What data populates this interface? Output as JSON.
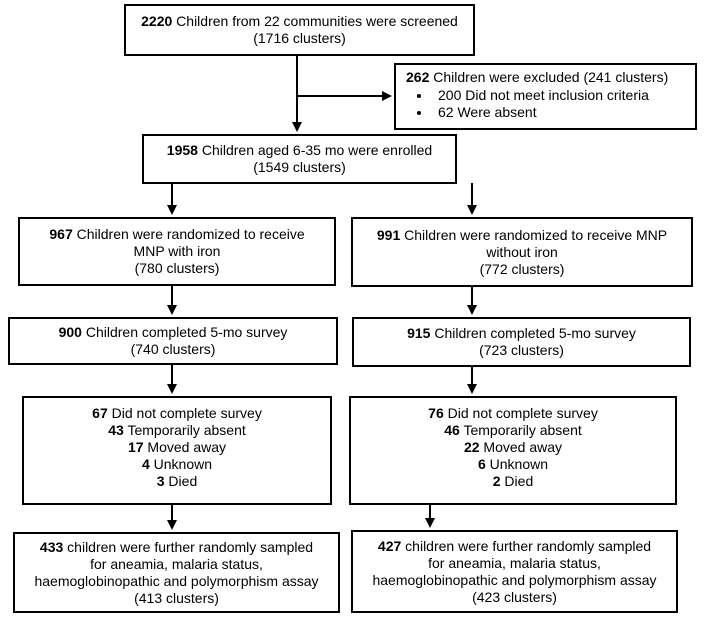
{
  "screened": {
    "count": "2220",
    "text": " Children from 22 communities were screened",
    "sub": "(1716 clusters)"
  },
  "excluded": {
    "count": "262",
    "text": " Children were excluded (241 clusters)",
    "items": [
      "200 Did not meet inclusion criteria",
      "62 Were absent"
    ]
  },
  "enrolled": {
    "count": "1958",
    "text": " Children aged 6-35 mo were enrolled",
    "sub": "(1549 clusters)"
  },
  "left": {
    "randomized": {
      "count": "967",
      "line1": " Children were randomized to receive",
      "line2": "MNP with iron",
      "sub": "(780 clusters)"
    },
    "completed": {
      "count": "900",
      "text": " Children completed 5-mo survey",
      "sub": "(740 clusters)"
    },
    "lost": [
      {
        "n": "67",
        "t": " Did not complete survey"
      },
      {
        "n": "43",
        "t": " Temporarily absent"
      },
      {
        "n": "17",
        "t": " Moved away"
      },
      {
        "n": "4",
        "t": " Unknown"
      },
      {
        "n": "3",
        "t": " Died"
      }
    ],
    "sampled": {
      "count": "433",
      "line1": " children were further randomly sampled",
      "line2": "for aneamia, malaria status,",
      "line3": "haemoglobinopathic and polymorphism assay",
      "sub": "(413 clusters)"
    }
  },
  "right": {
    "randomized": {
      "count": "991",
      "line1": " Children were randomized to receive MNP",
      "line2": "without iron",
      "sub": "(772 clusters)"
    },
    "completed": {
      "count": "915",
      "text": " Children completed 5-mo survey",
      "sub": "(723 clusters)"
    },
    "lost": [
      {
        "n": "76",
        "t": " Did not complete survey"
      },
      {
        "n": "46",
        "t": " Temporarily absent"
      },
      {
        "n": "22",
        "t": " Moved away"
      },
      {
        "n": "6",
        "t": " Unknown"
      },
      {
        "n": "2",
        "t": " Died"
      }
    ],
    "sampled": {
      "count": "427",
      "line1": " children were further randomly sampled",
      "line2": "for aneamia, malaria status,",
      "line3": "haemoglobinopathic and polymorphism assay",
      "sub": "(423 clusters)"
    }
  }
}
